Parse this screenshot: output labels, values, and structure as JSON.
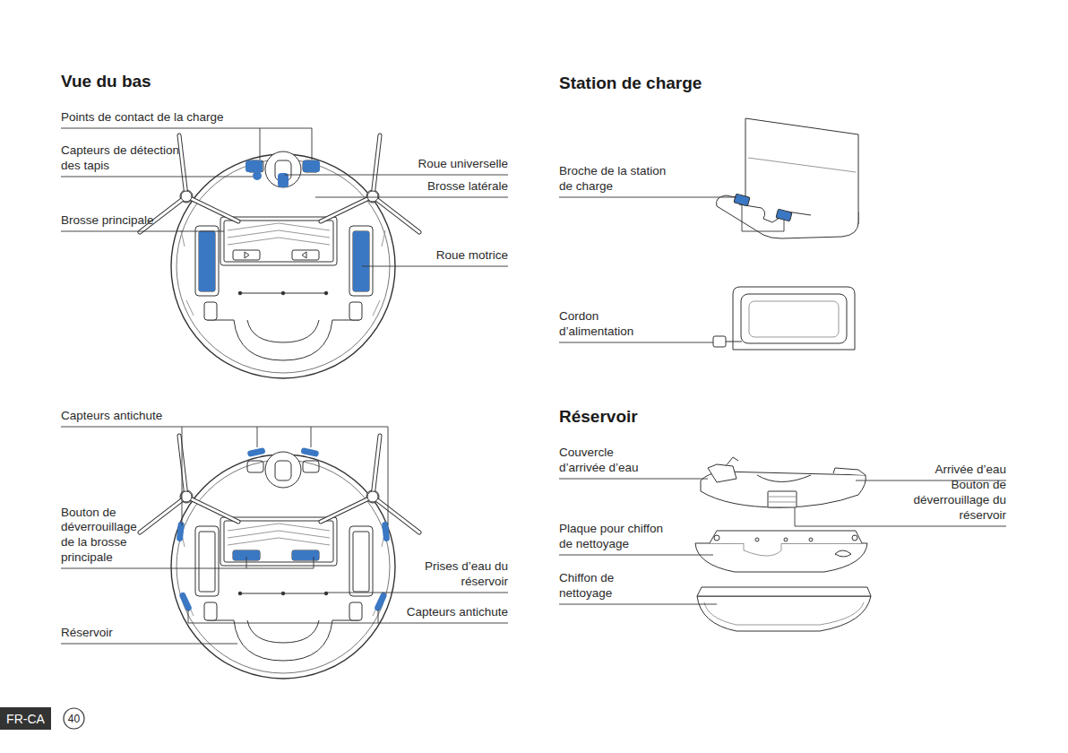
{
  "diagram": {
    "nodes": [
      {
        "text": [
          "FR-CA"
        ]
      },
      {
        "text": [
          "40"
        ]
      }
    ],
    "labels": [
      "Vue du bas",
      "Points de contact de la charge",
      "Capteurs de détection des tapis",
      "Roue universelle",
      "Brosse latérale",
      "Brosse principale",
      "Roue motrice",
      "Capteurs antichute",
      "Bouton de déverrouillage de la brosse principale",
      "Prises d’eau du réservoir",
      "Capteurs antichute",
      "Réservoir",
      "Station de charge",
      "Broche de la station de charge",
      "Cordon d’alimentation",
      "Réservoir",
      "Couvercle d’arrivée d’eau",
      "Arrivée d’eau",
      "Bouton de déverrouillage du réservoir",
      "Plaque pour chiffon de nettoyage",
      "Chiffon de nettoyage"
    ]
  }
}
